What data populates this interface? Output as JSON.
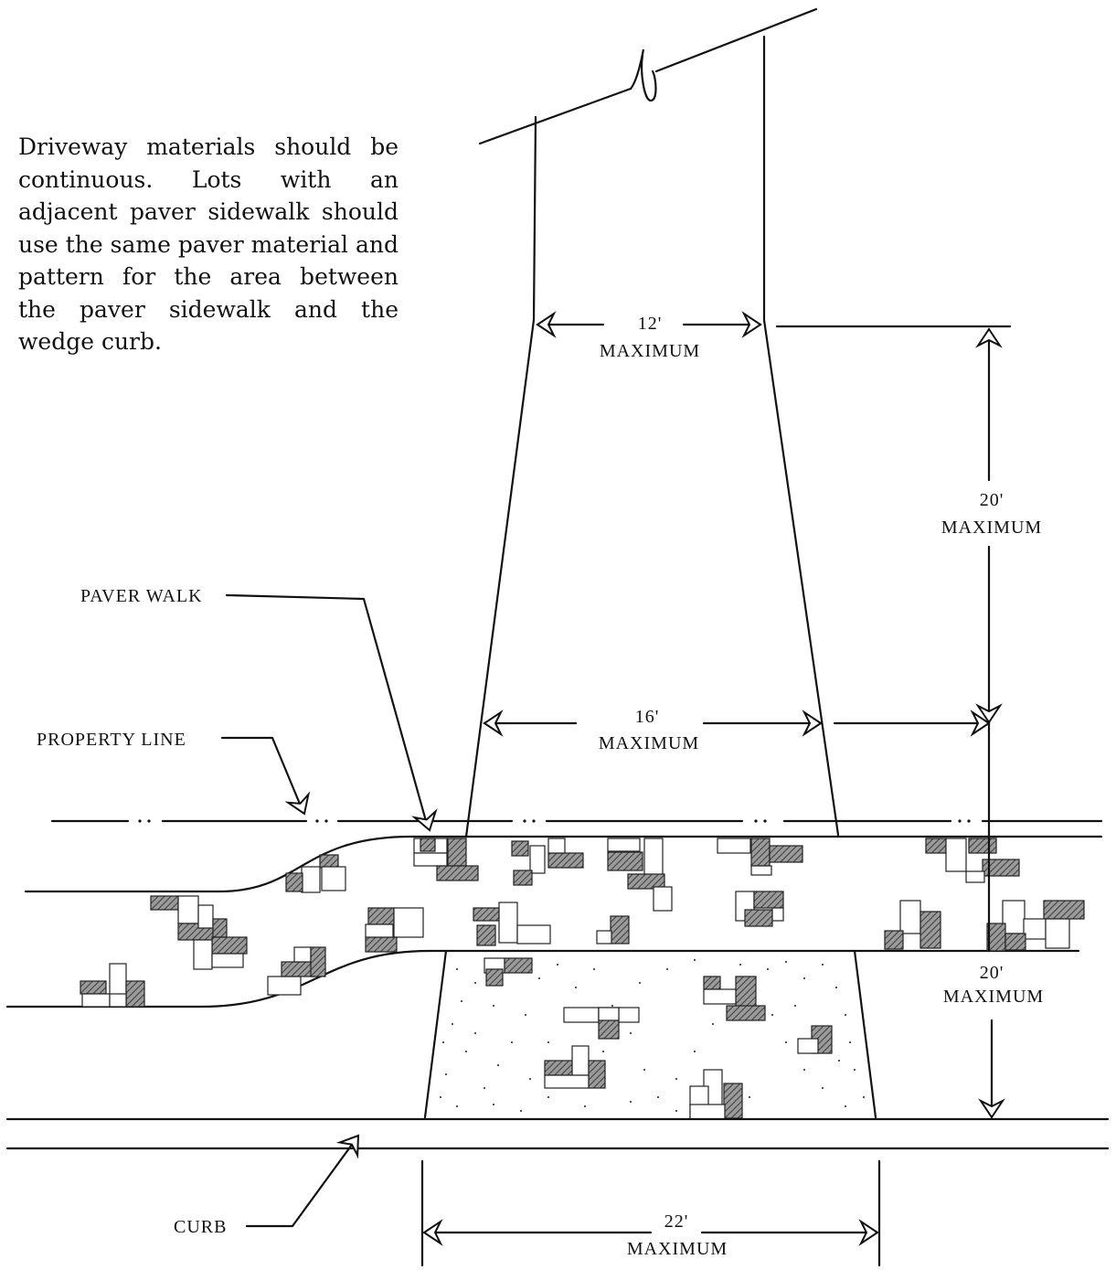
{
  "intro_text": "Driveway materials should be continuous. Lots with an adjacent paver sidewalk should use the same paver material and pattern for the area between the paver sidewalk and the wedge curb.",
  "labels": {
    "paver_walk": "PAVER WALK",
    "property_line": "PROPERTY LINE",
    "curb": "CURB"
  },
  "dimensions": {
    "garage_width": {
      "value": "12'",
      "note": "MAXIMUM"
    },
    "setback_depth": {
      "value": "20'",
      "note": "MAXIMUM"
    },
    "property_line_width": {
      "value": "16'",
      "note": "MAXIMUM"
    },
    "apron_depth": {
      "value": "20'",
      "note": "MAXIMUM"
    },
    "curb_cut_width": {
      "value": "22'",
      "note": "MAXIMUM"
    }
  }
}
